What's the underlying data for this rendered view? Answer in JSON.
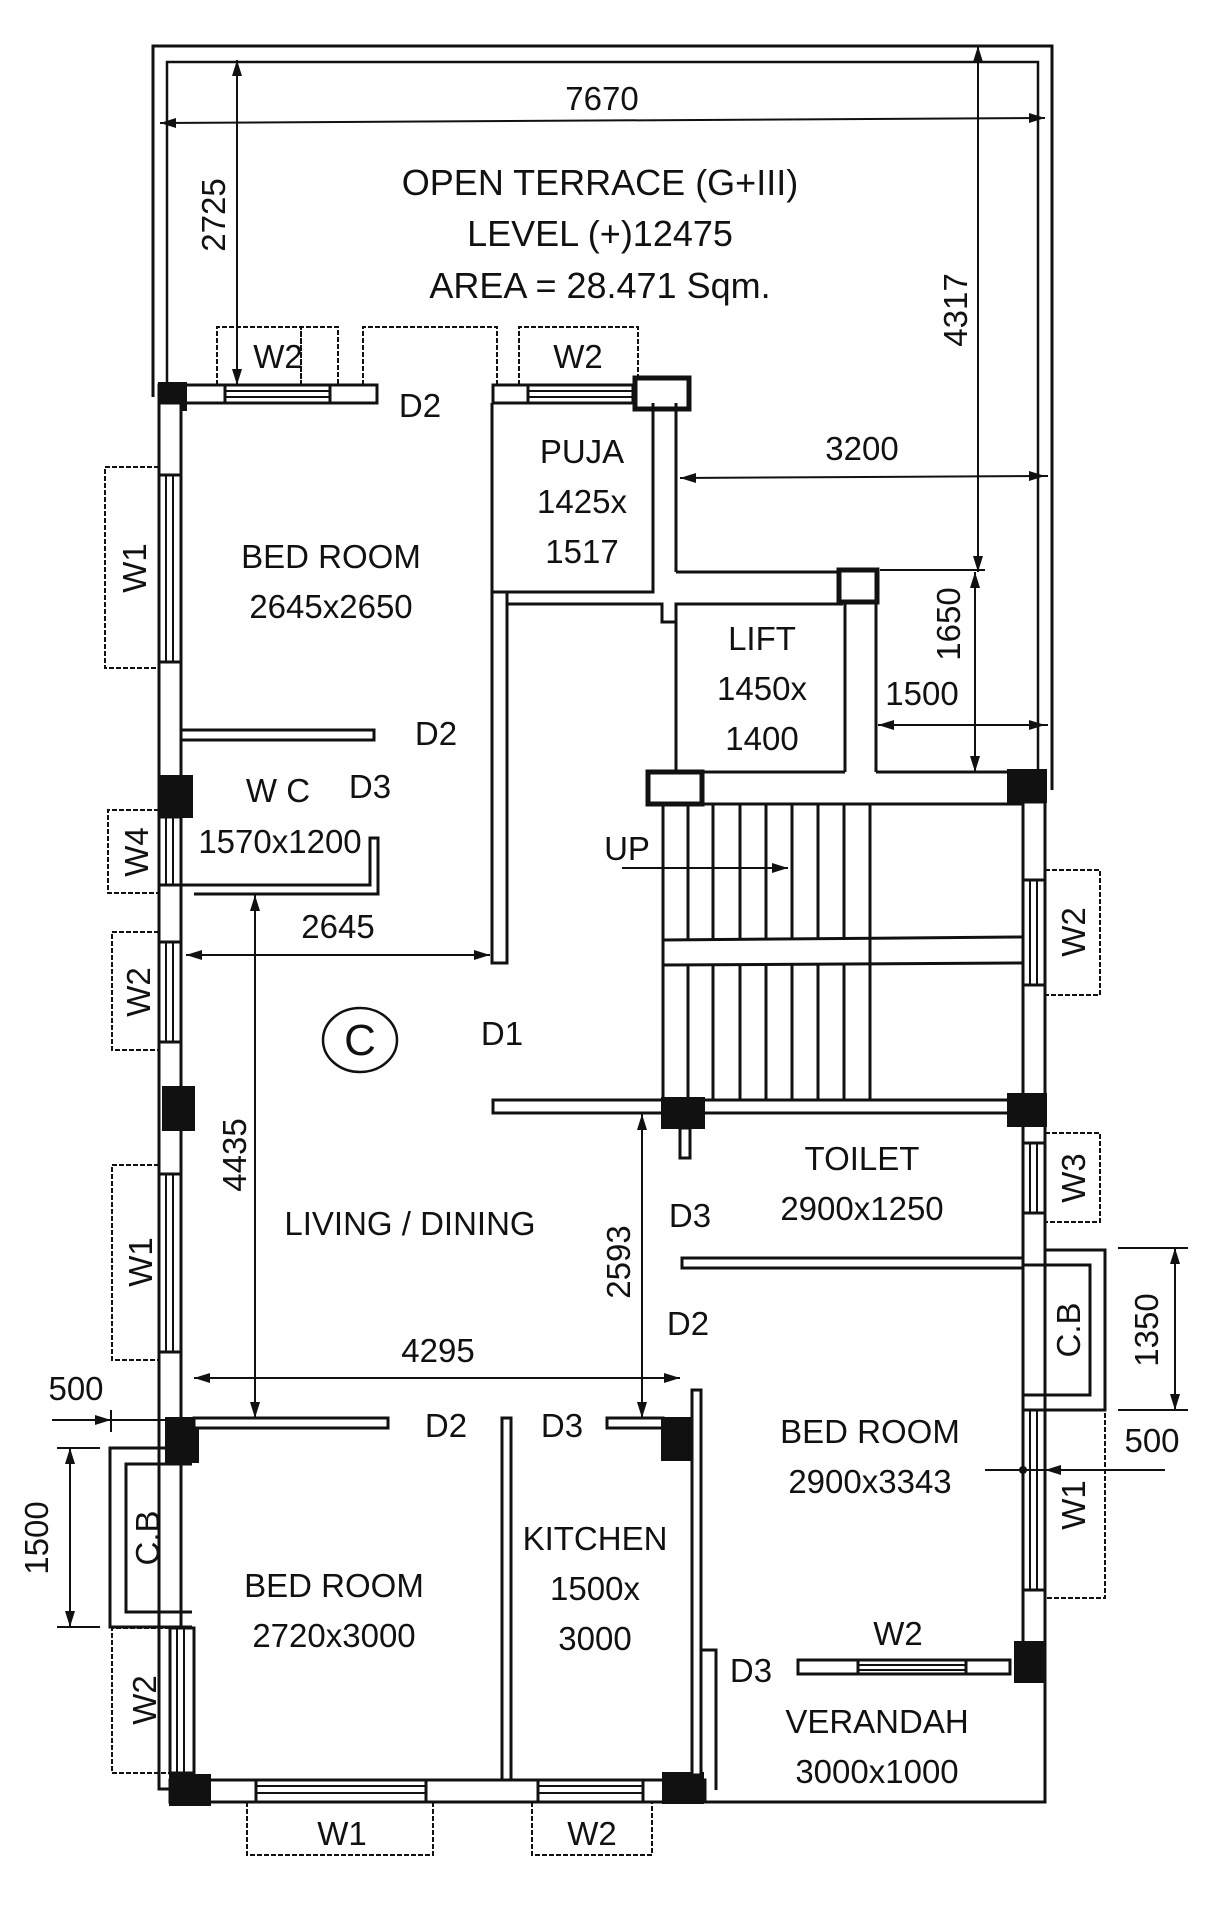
{
  "terrace": {
    "title": "OPEN TERRACE (G+III)",
    "level": "LEVEL (+)12475",
    "area": "AREA = 28.471 Sqm."
  },
  "rooms": {
    "bed_room_1": {
      "name": "BED ROOM",
      "size": "2645x2650"
    },
    "puja": {
      "name": "PUJA",
      "size_line1": "1425x",
      "size_line2": "1517"
    },
    "lift": {
      "name": "LIFT",
      "size_line1": "1450x",
      "size_line2": "1400"
    },
    "wc": {
      "name": "W C",
      "size": "1570x1200"
    },
    "living": {
      "name": "LIVING / DINING"
    },
    "toilet": {
      "name": "TOILET",
      "size": "2900x1250"
    },
    "bed_room_2": {
      "name": "BED ROOM",
      "size": "2900x3343"
    },
    "bed_room_3": {
      "name": "BED ROOM",
      "size": "2720x3000"
    },
    "kitchen": {
      "name": "KITCHEN",
      "size_line1": "1500x",
      "size_line2": "3000"
    },
    "verandah": {
      "name": "VERANDAH",
      "size": "3000x1000"
    }
  },
  "stair": {
    "up_label": "UP"
  },
  "unit_marker": "C",
  "dimensions": {
    "overall_width": "7670",
    "terrace_depth": "2725",
    "right_height": "4317",
    "lift_offset": "3200",
    "lift_v": "1650",
    "lift_h": "1500",
    "wc_width": "2645",
    "living_height": "4435",
    "living_width": "4295",
    "toilet_gap": "2593",
    "left_offset": "500",
    "left_cb": "1500",
    "right_cb": "1350",
    "right_offset": "500"
  },
  "doors": {
    "d2_top": "D2",
    "d2_bed1": "D2",
    "d3_wc": "D3",
    "d1": "D1",
    "d3_toilet": "D3",
    "d2_bed2": "D2",
    "d2_bed3": "D2",
    "d3_kitchen": "D3",
    "d3_verandah": "D3"
  },
  "windows": {
    "top_left": "W2",
    "top_right": "W2",
    "left_bed1": "W1",
    "left_wc": "W4",
    "left_living_upper": "W2",
    "left_living": "W1",
    "left_bed3": "W2",
    "bottom_bed3": "W1",
    "bottom_kitchen": "W2",
    "right_stair": "W2",
    "right_toilet": "W3",
    "right_bed2": "W1",
    "verandah": "W2"
  },
  "cupboards": {
    "left": "C.B",
    "right": "C.B"
  }
}
